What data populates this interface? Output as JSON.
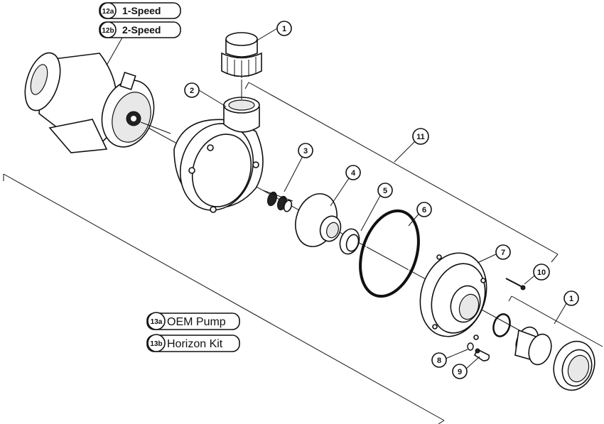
{
  "legend": {
    "speed_1": {
      "tag": "12a",
      "text": "1-Speed"
    },
    "speed_2": {
      "tag": "12b",
      "text": "2-Speed"
    },
    "oem": {
      "tag": "13a",
      "text": "OEM Pump"
    },
    "horizon": {
      "tag": "13b",
      "text": "Horizon Kit"
    }
  },
  "callouts": {
    "c1a": "1",
    "c2": "2",
    "c3": "3",
    "c4": "4",
    "c5": "5",
    "c6": "6",
    "c7": "7",
    "c8": "8",
    "c9": "9",
    "c10": "10",
    "c11": "11",
    "c1b": "1"
  }
}
